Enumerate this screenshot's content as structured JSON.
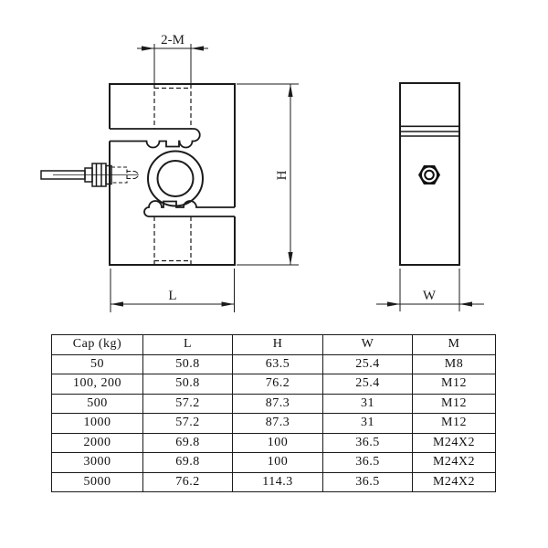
{
  "drawing": {
    "front_view": {
      "thread_label": "2-M",
      "height_label": "H",
      "length_label": "L"
    },
    "side_view": {
      "width_label": "W"
    }
  },
  "table": {
    "headers": [
      "Cap (kg)",
      "L",
      "H",
      "W",
      "M"
    ],
    "rows": [
      [
        "50",
        "50.8",
        "63.5",
        "25.4",
        "M8"
      ],
      [
        "100, 200",
        "50.8",
        "76.2",
        "25.4",
        "M12"
      ],
      [
        "500",
        "57.2",
        "87.3",
        "31",
        "M12"
      ],
      [
        "1000",
        "57.2",
        "87.3",
        "31",
        "M12"
      ],
      [
        "2000",
        "69.8",
        "100",
        "36.5",
        "M24X2"
      ],
      [
        "3000",
        "69.8",
        "100",
        "36.5",
        "M24X2"
      ],
      [
        "5000",
        "76.2",
        "114.3",
        "36.5",
        "M24X2"
      ]
    ]
  },
  "colors": {
    "line": "#1b1b1b",
    "background": "#ffffff"
  }
}
